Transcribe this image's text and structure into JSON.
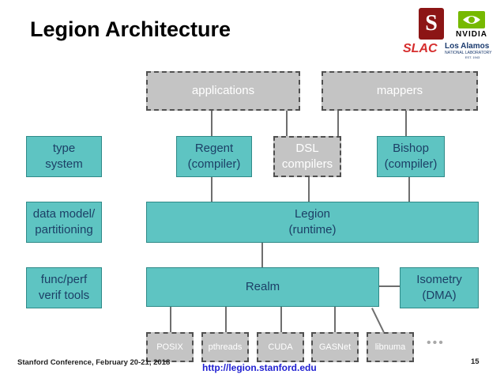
{
  "title": "Legion Architecture",
  "logos": {
    "stanford": "S",
    "nvidia": "NVIDIA",
    "slac": "SLAC",
    "los_alamos": "Los Alamos",
    "los_alamos_sub": "NATIONAL LABORATORY",
    "los_alamos_est": "EST. 1943"
  },
  "left_labels": {
    "type_system": "type\nsystem",
    "data_model": "data model/\npartitioning",
    "func_perf": "func/perf\nverif tools"
  },
  "top": {
    "applications": "applications",
    "mappers": "mappers"
  },
  "middle": {
    "regent": "Regent\n(compiler)",
    "dsl": "DSL\ncompilers",
    "bishop": "Bishop\n(compiler)"
  },
  "legion": "Legion\n(runtime)",
  "realm": "Realm",
  "isometry": "Isometry\n(DMA)",
  "bottom": {
    "posix": "POSIX",
    "pthreads": "pthreads",
    "cuda": "CUDA",
    "gasnet": "GASNet",
    "libnuma": "libnuma",
    "ellipsis": "•••"
  },
  "footer": {
    "conference": "Stanford Conference, February 20-21, 2018",
    "url": "http://legion.stanford.edu",
    "page_number": "15"
  },
  "colors": {
    "teal": "#5ec4c2",
    "gray": "#c4c4c4",
    "text_blue": "#1c3f66",
    "stanford_red": "#8c1515",
    "nvidia_green": "#76b900",
    "slac_red": "#d62e2e",
    "url_blue": "#1f1fd1"
  }
}
